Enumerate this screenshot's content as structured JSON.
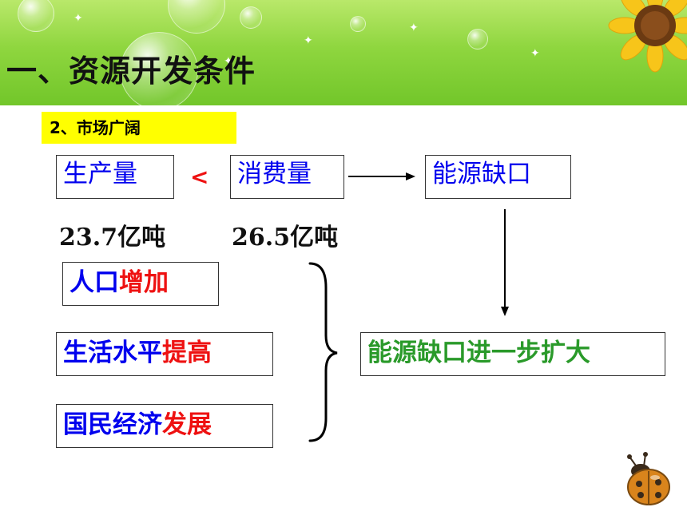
{
  "header": {
    "title": "一、资源开发条件"
  },
  "subheading": "2、市场广阔",
  "flow": {
    "production": "生产量",
    "comparison": "<",
    "consumption": "消费量",
    "gap": "能源缺口",
    "production_value": "23.7亿吨",
    "consumption_value": "26.5亿吨"
  },
  "factors": [
    {
      "prefix": "人口",
      "suffix": "增加"
    },
    {
      "prefix": "生活水平",
      "suffix": "提高"
    },
    {
      "prefix": "国民经济",
      "suffix": "发展"
    }
  ],
  "result": "能源缺口进一步扩大",
  "colors": {
    "header_green": "#8fd63f",
    "highlight_yellow": "#ffff00",
    "text_blue": "#0000ee",
    "text_red": "#ee1111",
    "text_green": "#2a9a2a"
  },
  "decorations": {
    "corner_top_right": "sunflower-icon",
    "corner_bottom_right": "ladybug-icon"
  }
}
